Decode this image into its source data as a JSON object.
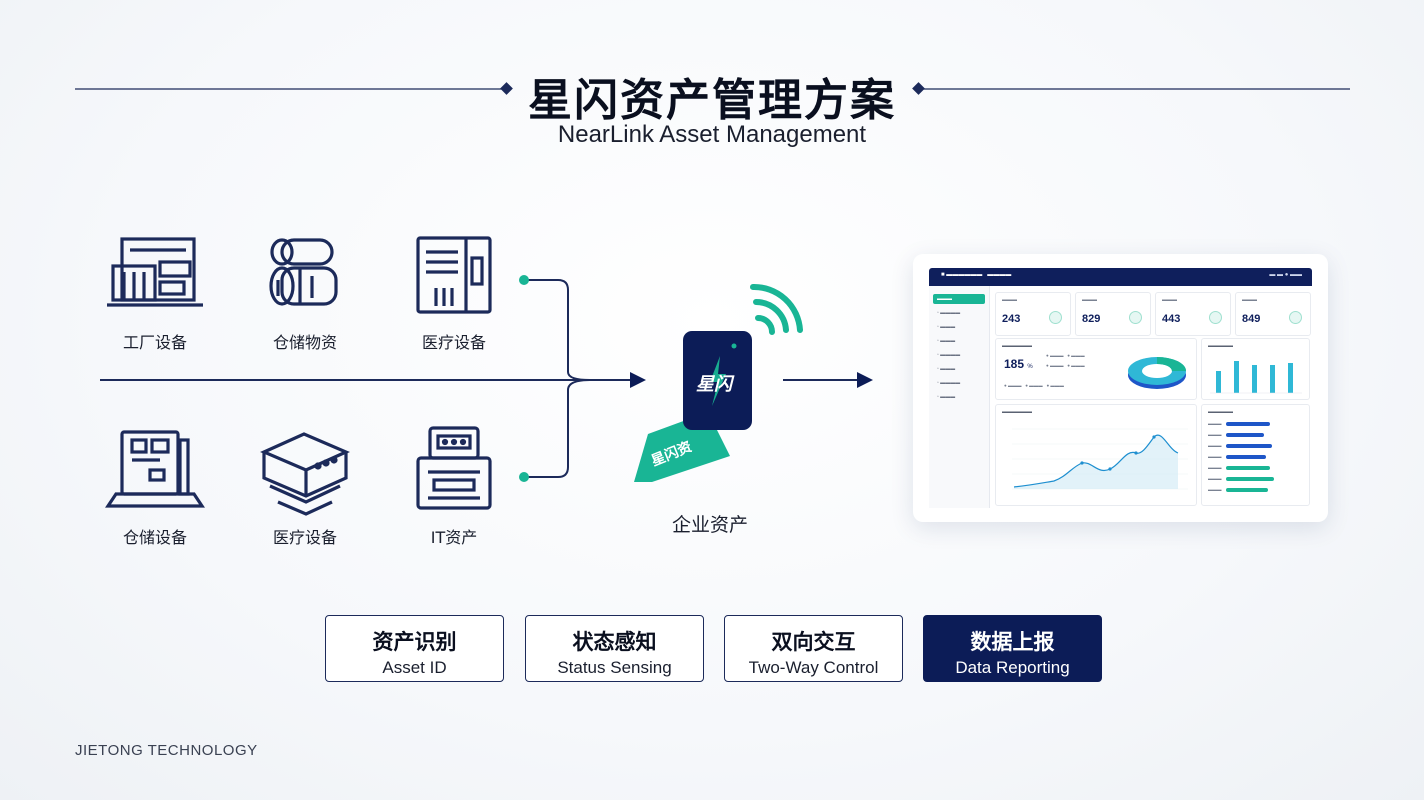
{
  "header": {
    "title_zh": "星闪资产管理方案",
    "title_en": "NearLink Asset Management"
  },
  "devices": [
    {
      "label": "工厂设备",
      "icon": "factory-equipment-icon"
    },
    {
      "label": "仓储物资",
      "icon": "warehouse-supplies-icon"
    },
    {
      "label": "医疗设备",
      "icon": "medical-device-icon"
    },
    {
      "label": "仓储设备",
      "icon": "warehouse-equipment-icon"
    },
    {
      "label": "医疗设备",
      "icon": "medical-server-icon"
    },
    {
      "label": "IT资产",
      "icon": "it-asset-icon"
    }
  ],
  "tag": {
    "device_text": "星闪",
    "band_text": "星闪资",
    "label": "企业资产"
  },
  "dashboard": {
    "kpis": [
      "243",
      "829",
      "443",
      "849"
    ],
    "main_value": "185",
    "main_unit": "%"
  },
  "features": [
    {
      "zh": "资产识别",
      "en": "Asset ID",
      "active": false
    },
    {
      "zh": "状态感知",
      "en": "Status Sensing",
      "active": false
    },
    {
      "zh": "双向交互",
      "en": "Two-Way Control",
      "active": false
    },
    {
      "zh": "数据上报",
      "en": "Data Reporting",
      "active": true
    }
  ],
  "footer": {
    "company": "JIETONG TECHNOLOGY"
  },
  "colors": {
    "navy": "#0c1c57",
    "teal": "#19b595",
    "line": "#1c2a5a"
  }
}
